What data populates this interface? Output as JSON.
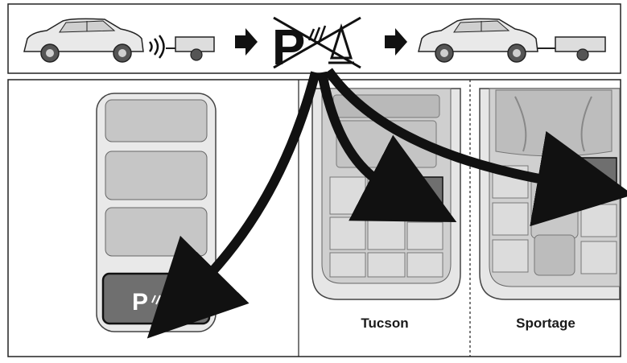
{
  "top_strip": {
    "sequence": [
      "car-towing-trailer-with-sensor-waves",
      "arrow",
      "parking-sensor-crossed-out",
      "arrow",
      "car-towing-trailer"
    ]
  },
  "button_symbol": {
    "letter": "P"
  },
  "panels": [
    {
      "id": "generic",
      "caption": ""
    },
    {
      "id": "tucson",
      "caption": "Tucson"
    },
    {
      "id": "sportage",
      "caption": "Sportage"
    }
  ],
  "colors": {
    "button_active": "#6f6f6f",
    "panel_light": "#e6e6e6",
    "panel_mid": "#b9b9b9",
    "outline": "#1a1a1a"
  }
}
